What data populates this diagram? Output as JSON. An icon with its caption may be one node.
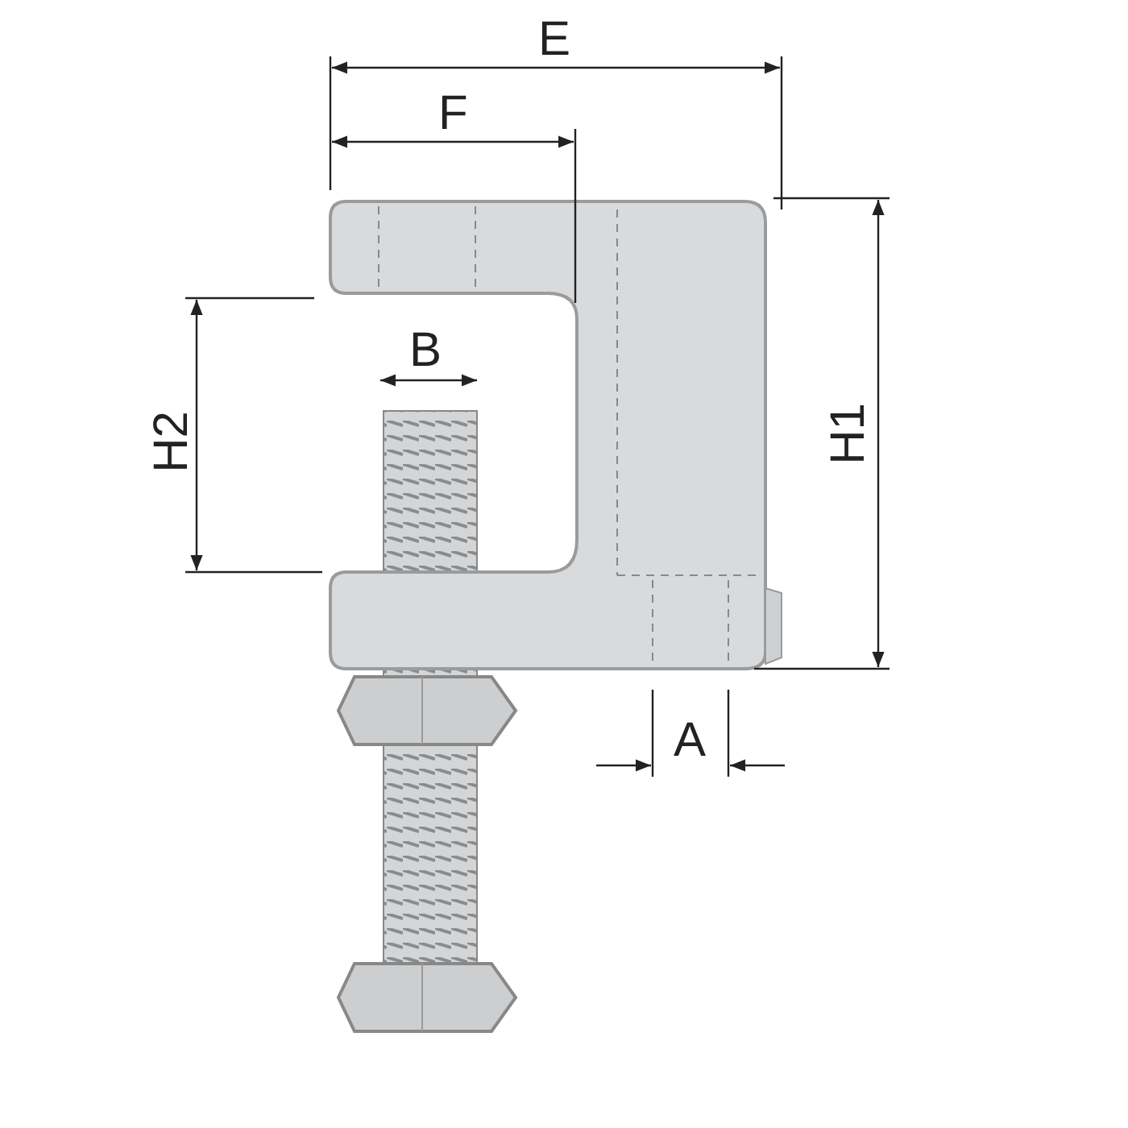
{
  "diagram": {
    "labels": [
      "E",
      "F",
      "B",
      "H2",
      "H1",
      "A"
    ]
  }
}
